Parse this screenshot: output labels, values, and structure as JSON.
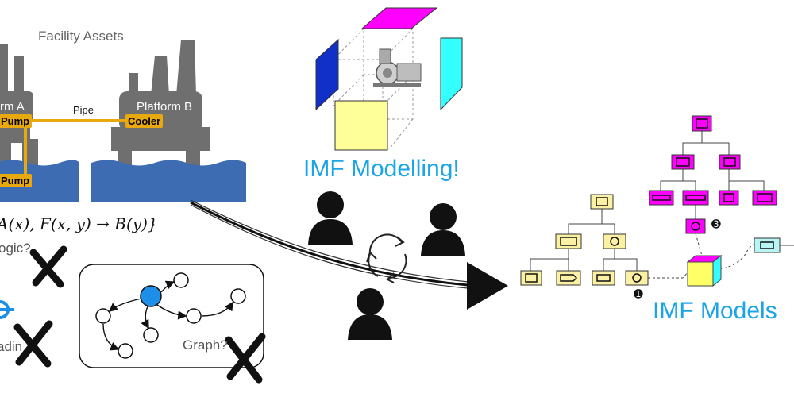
{
  "facility": {
    "title": "Facility Assets",
    "platform_a": "rm A",
    "platform_b": "Platform B",
    "pipe": "Pipe",
    "pump_top": "Pump",
    "pump_bottom": "Pump",
    "cooler": "Cooler"
  },
  "logic": {
    "formula": "A(x), F(x, y) → B(y)}",
    "question": "ogic?"
  },
  "loading": {
    "label": "adin"
  },
  "graph": {
    "label": "Graph?"
  },
  "modelling": {
    "label": "IMF Modelling!"
  },
  "models": {
    "label": "IMF Models",
    "markers": [
      "➊",
      "➌"
    ]
  },
  "colors": {
    "accent": "#1ba5e6",
    "equipment": "#e8a90e",
    "water": "#3e6cb3",
    "platform": "#6f6f6f",
    "magenta": "#ff00ff",
    "blue": "#1030c8",
    "cyan": "#33ffff",
    "yellow": "#ffff99"
  }
}
